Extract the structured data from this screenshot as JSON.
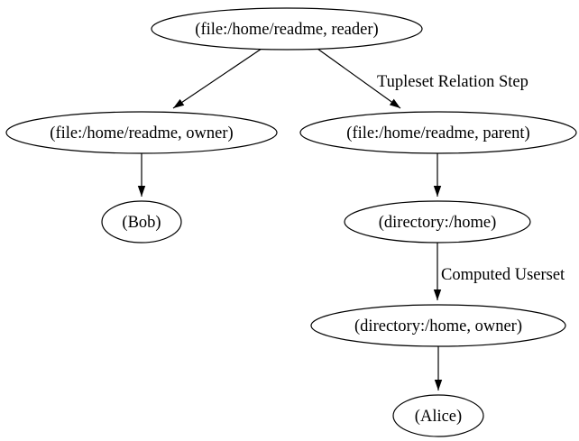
{
  "diagram": {
    "type": "directed-graph",
    "background_color": "#ffffff",
    "node_fill_color": "#ffffff",
    "line_color": "#000000",
    "text_color": "#000000"
  },
  "nodes": [
    {
      "id": "file-readme-reader",
      "label": "(file:/home/readme, reader)"
    },
    {
      "id": "file-readme-owner",
      "label": "(file:/home/readme, owner)"
    },
    {
      "id": "file-readme-parent",
      "label": "(file:/home/readme, parent)"
    },
    {
      "id": "bob",
      "label": "(Bob)"
    },
    {
      "id": "directory-home",
      "label": "(directory:/home)"
    },
    {
      "id": "directory-home-owner",
      "label": "(directory:/home, owner)"
    },
    {
      "id": "alice",
      "label": "(Alice)"
    }
  ],
  "edges": [
    {
      "from": "(file:/home/readme, reader)",
      "to": "(file:/home/readme, owner)",
      "label": ""
    },
    {
      "from": "(file:/home/readme, reader)",
      "to": "(file:/home/readme, parent)",
      "label": "Tupleset Relation Step"
    },
    {
      "from": "(file:/home/readme, owner)",
      "to": "(Bob)",
      "label": ""
    },
    {
      "from": "(file:/home/readme, parent)",
      "to": "(directory:/home)",
      "label": ""
    },
    {
      "from": "(directory:/home)",
      "to": "(directory:/home, owner)",
      "label": "Computed Userset"
    },
    {
      "from": "(directory:/home, owner)",
      "to": "(Alice)",
      "label": ""
    }
  ]
}
